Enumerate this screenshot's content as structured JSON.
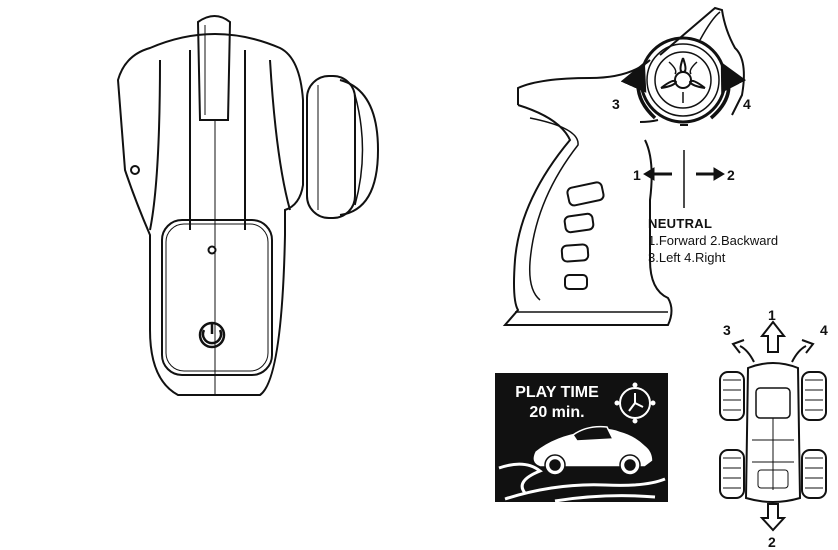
{
  "controller": {
    "control_numbers": [
      "1",
      "2",
      "3",
      "4"
    ],
    "neutral_label": "NEUTRAL",
    "legend_line1": "1.Forward 2.Backward",
    "legend_line2": "3.Left 4.Right"
  },
  "car": {
    "direction_numbers": [
      "1",
      "2",
      "3",
      "4"
    ]
  },
  "play_time": {
    "line1": "PLAY TIME",
    "line2": "20 min."
  },
  "icons": [
    "power-icon",
    "clock-icon",
    "steering-wheel",
    "car-silhouette",
    "arrow"
  ]
}
